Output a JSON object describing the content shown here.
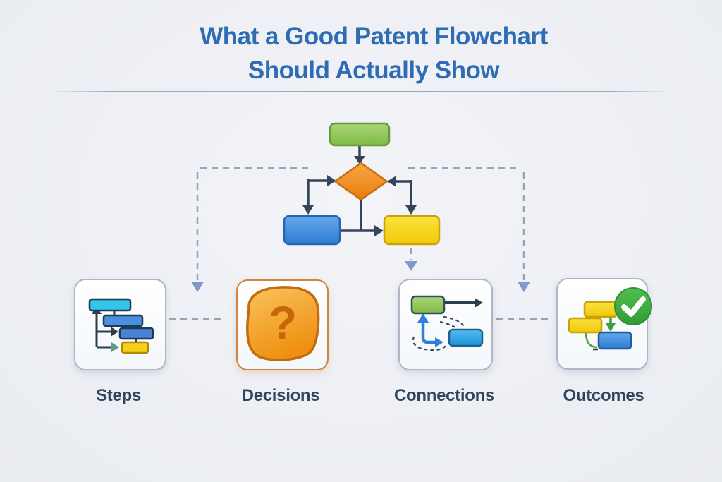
{
  "title": {
    "line1": "What a Good Patent Flowchart",
    "line2": "Should Actually Show"
  },
  "flowchart": {
    "description": "Example flowchart: start node flows into a decision diamond with two branch nodes, dashed guides point to the four concept cards",
    "nodes": [
      {
        "id": "start-node",
        "shape": "rounded-rectangle",
        "color": "#8cc152"
      },
      {
        "id": "decision-node",
        "shape": "diamond",
        "color": "#f39120"
      },
      {
        "id": "left-branch-node",
        "shape": "rounded-rectangle",
        "color": "#3c8ce0"
      },
      {
        "id": "right-branch-node",
        "shape": "rounded-rectangle",
        "color": "#f7d513"
      }
    ]
  },
  "cards": [
    {
      "label": "Steps",
      "icon": "mini-flowchart-icon"
    },
    {
      "label": "Decisions",
      "icon": "question-mark-icon"
    },
    {
      "label": "Connections",
      "icon": "linked-nodes-icon"
    },
    {
      "label": "Outcomes",
      "icon": "check-badge-icon"
    }
  ],
  "colors": {
    "background": "#eef0f4",
    "title_text": "#2e6cb3",
    "label_text": "#33445f",
    "solid_arrow": "#34455e",
    "dashed_guide": "#98a4b6",
    "dashed_arrowhead": "#7e99cc",
    "card_border": "#adb7c7",
    "decisions_card_border": "#d08540",
    "badge_green": "#3dae41"
  }
}
